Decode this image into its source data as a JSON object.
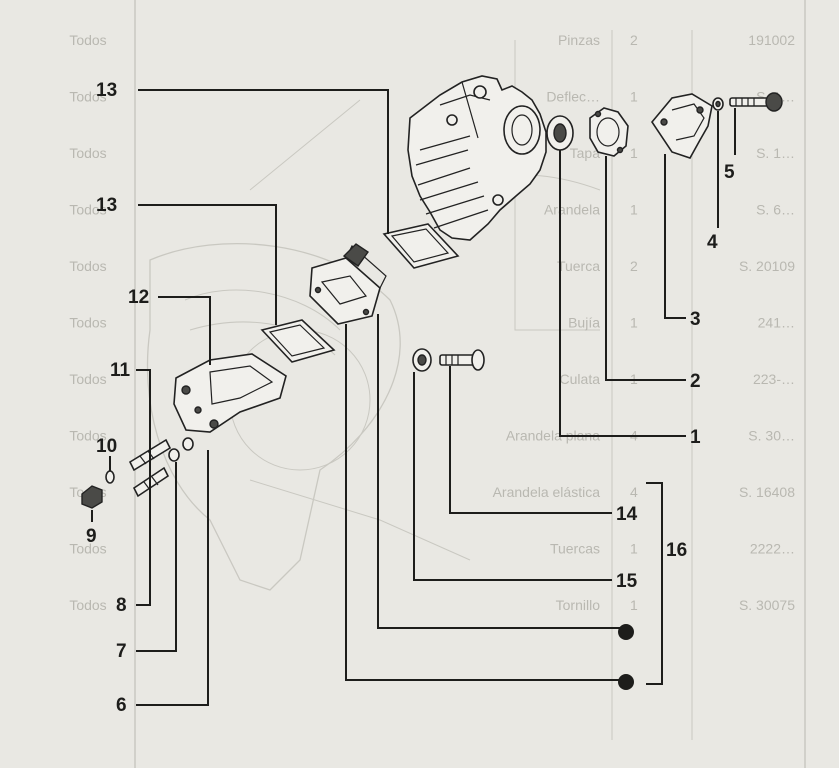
{
  "background_table": {
    "rows": [
      {
        "ref": "191002",
        "qty": "2",
        "desc": "Pinzas",
        "applies": "Todos"
      },
      {
        "ref": "S. 1…",
        "qty": "1",
        "desc": "Deflec…",
        "applies": "Todos"
      },
      {
        "ref": "S. 1…",
        "qty": "1",
        "desc": "Tapa",
        "applies": "Todos"
      },
      {
        "ref": "S. 6…",
        "qty": "1",
        "desc": "Arandela",
        "applies": "Todos"
      },
      {
        "ref": "S. 20109",
        "qty": "2",
        "desc": "Tuerca",
        "applies": "Todos"
      },
      {
        "ref": "241…",
        "qty": "1",
        "desc": "Bujía",
        "applies": "Todos"
      },
      {
        "ref": "223-…",
        "qty": "1",
        "desc": "Culata",
        "applies": "Todos"
      },
      {
        "ref": "S. 30…",
        "qty": "4",
        "desc": "Arandela plana",
        "applies": "Todos"
      },
      {
        "ref": "S. 16408",
        "qty": "4",
        "desc": "Arandela elástica",
        "applies": "Todos"
      },
      {
        "ref": "2222…",
        "qty": "1",
        "desc": "Tuercas",
        "applies": "Todos"
      },
      {
        "ref": "S. 30075",
        "qty": "1",
        "desc": "Tornillo",
        "applies": "Todos"
      }
    ]
  },
  "callouts": {
    "c1": "1",
    "c2": "2",
    "c3": "3",
    "c4": "4",
    "c5": "5",
    "c6": "6",
    "c7": "7",
    "c8": "8",
    "c9": "9",
    "c10": "10",
    "c11": "11",
    "c12": "12",
    "c13a": "13",
    "c13b": "13",
    "c14": "14",
    "c15": "15",
    "c16": "16"
  }
}
